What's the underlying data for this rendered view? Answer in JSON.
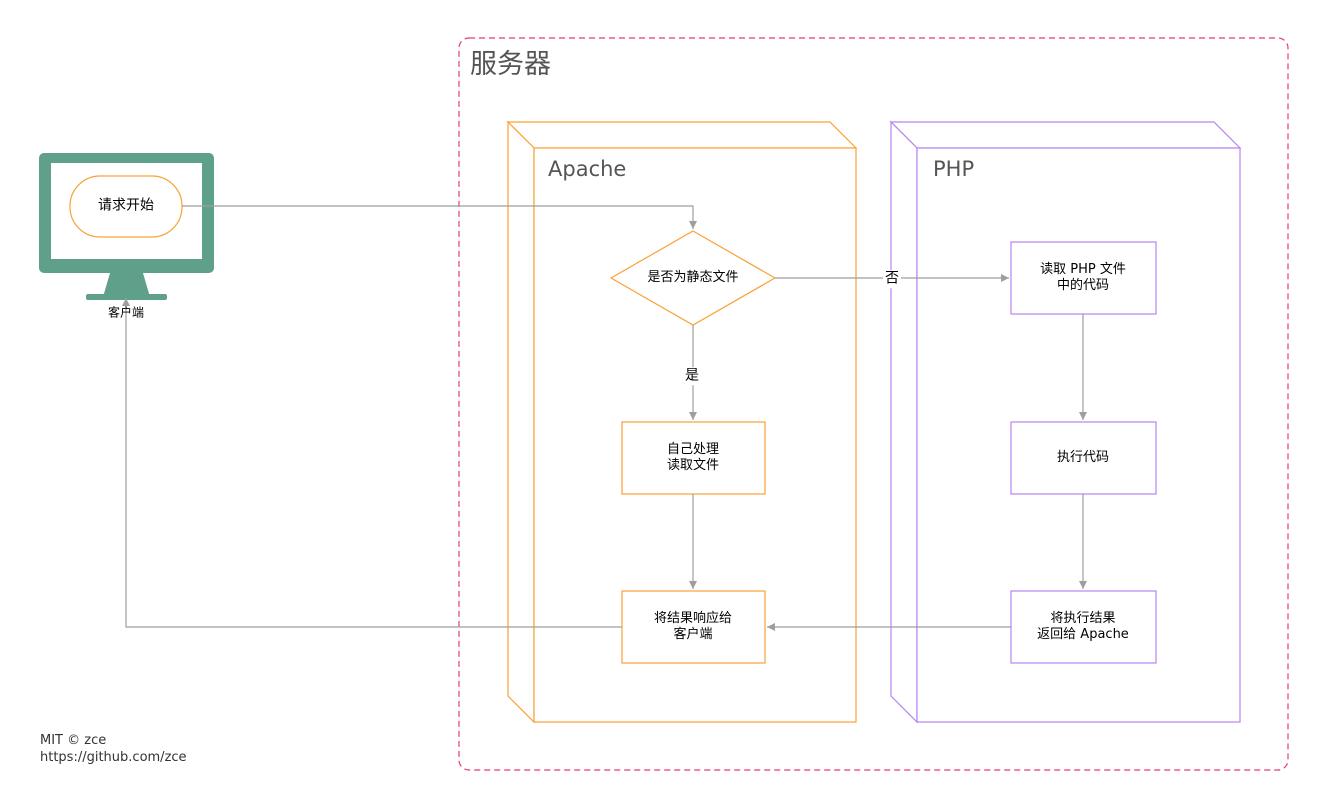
{
  "server": {
    "title": "服务器"
  },
  "apache": {
    "title": "Apache"
  },
  "php": {
    "title": "PHP"
  },
  "client": {
    "caption": "客户端",
    "start_label": "请求开始"
  },
  "apache_nodes": {
    "decision": "是否为静态文件",
    "self_process": "自己处理\n读取文件",
    "respond": "将结果响应给\n客户端"
  },
  "php_nodes": {
    "read": "读取 PHP 文件\n中的代码",
    "execute": "执行代码",
    "return": "将执行结果\n返回给 Apache"
  },
  "edge_labels": {
    "no": "否",
    "yes": "是"
  },
  "footer": {
    "license": "MIT © zce",
    "url": "https://github.com/zce"
  },
  "colors": {
    "server_border": "#e6397a",
    "apache": "#f9a236",
    "php": "#b784f4",
    "monitor": "#5fa08b",
    "arrow": "#9e9e9e"
  }
}
